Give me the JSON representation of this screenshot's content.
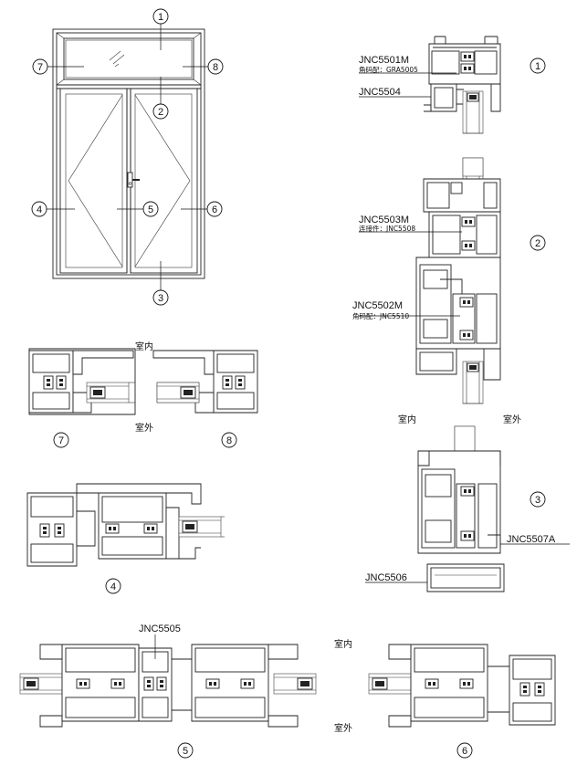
{
  "callouts": [
    "1",
    "2",
    "3",
    "4",
    "5",
    "6",
    "7",
    "8"
  ],
  "profiles": {
    "jnc5501m": "JNC5501M",
    "jnc5501m_note": "角码配：GRA5005",
    "jnc5504": "JNC5504",
    "jnc5503m": "JNC5503M",
    "jnc5503m_note": "连接件：JNC5508",
    "jnc5502m": "JNC5502M",
    "jnc5502m_note": "角码配：JNC5510",
    "jnc5507a": "JNC5507A",
    "jnc5506": "JNC5506",
    "jnc5505": "JNC5505"
  },
  "rooms": {
    "indoor": "室内",
    "outdoor": "室外"
  }
}
